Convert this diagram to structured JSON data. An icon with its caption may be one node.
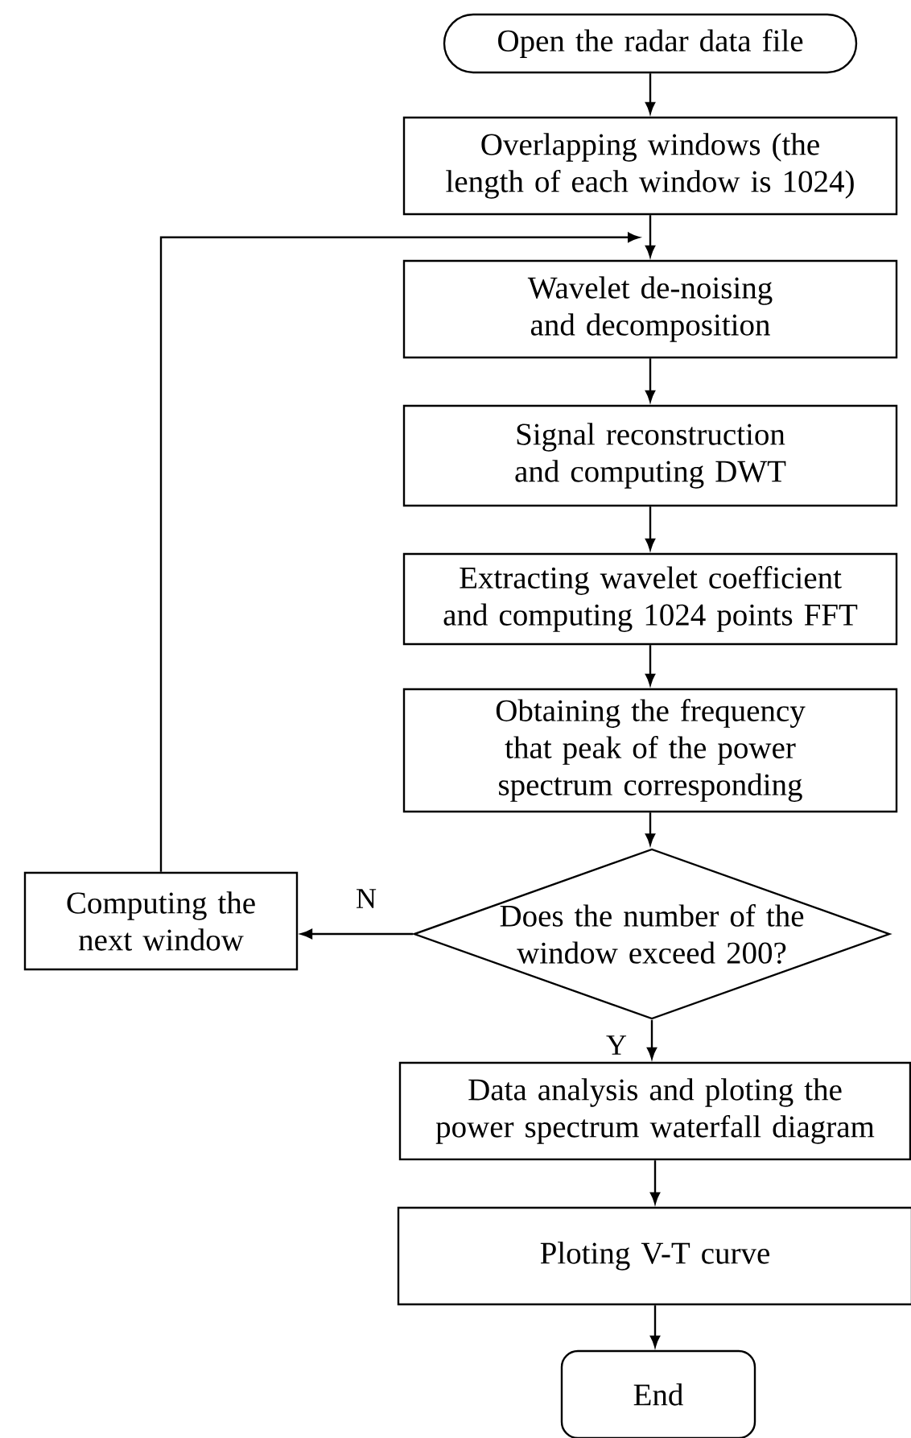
{
  "diagram": {
    "nodes": [
      {
        "text": [
          "Open the radar data file"
        ]
      },
      {
        "text": [
          "Overlapping windows (the length of each window is 1024)"
        ]
      },
      {
        "text": [
          "Wavelet de-noising and decomposition"
        ]
      },
      {
        "text": [
          "Signal reconstruction and computing DWT"
        ]
      },
      {
        "text": [
          "Extracting wavelet coefficient and computing 1024 points FFT"
        ]
      },
      {
        "text": [
          "Obtaining the frequency that peak of the power spectrum corresponding"
        ]
      },
      {
        "text": [
          "Does the number of the window exceed 200?"
        ]
      },
      {
        "text": [
          "Computing the next window"
        ]
      },
      {
        "text": [
          "Data analysis and ploting the power spectrum waterfall diagram"
        ]
      },
      {
        "text": [
          "Ploting V-T curve"
        ]
      },
      {
        "text": [
          "End"
        ]
      }
    ],
    "edges": [
      {
        "from": 0,
        "to": 1,
        "arrow": "to"
      },
      {
        "from": 1,
        "to": 2,
        "arrow": "to"
      },
      {
        "from": 2,
        "to": 3,
        "arrow": "to"
      },
      {
        "from": 3,
        "to": 4,
        "arrow": "to"
      },
      {
        "from": 4,
        "to": 5,
        "arrow": "to"
      },
      {
        "from": 5,
        "to": 6,
        "arrow": "to"
      },
      {
        "from": 6,
        "to": 7,
        "arrow": "to",
        "label": "N"
      },
      {
        "from": 7,
        "to": 2,
        "arrow": "to"
      },
      {
        "from": 6,
        "to": 8,
        "arrow": "to",
        "label": "Y"
      },
      {
        "from": 8,
        "to": 9,
        "arrow": "to"
      },
      {
        "from": 9,
        "to": 10,
        "arrow": "to"
      }
    ]
  }
}
